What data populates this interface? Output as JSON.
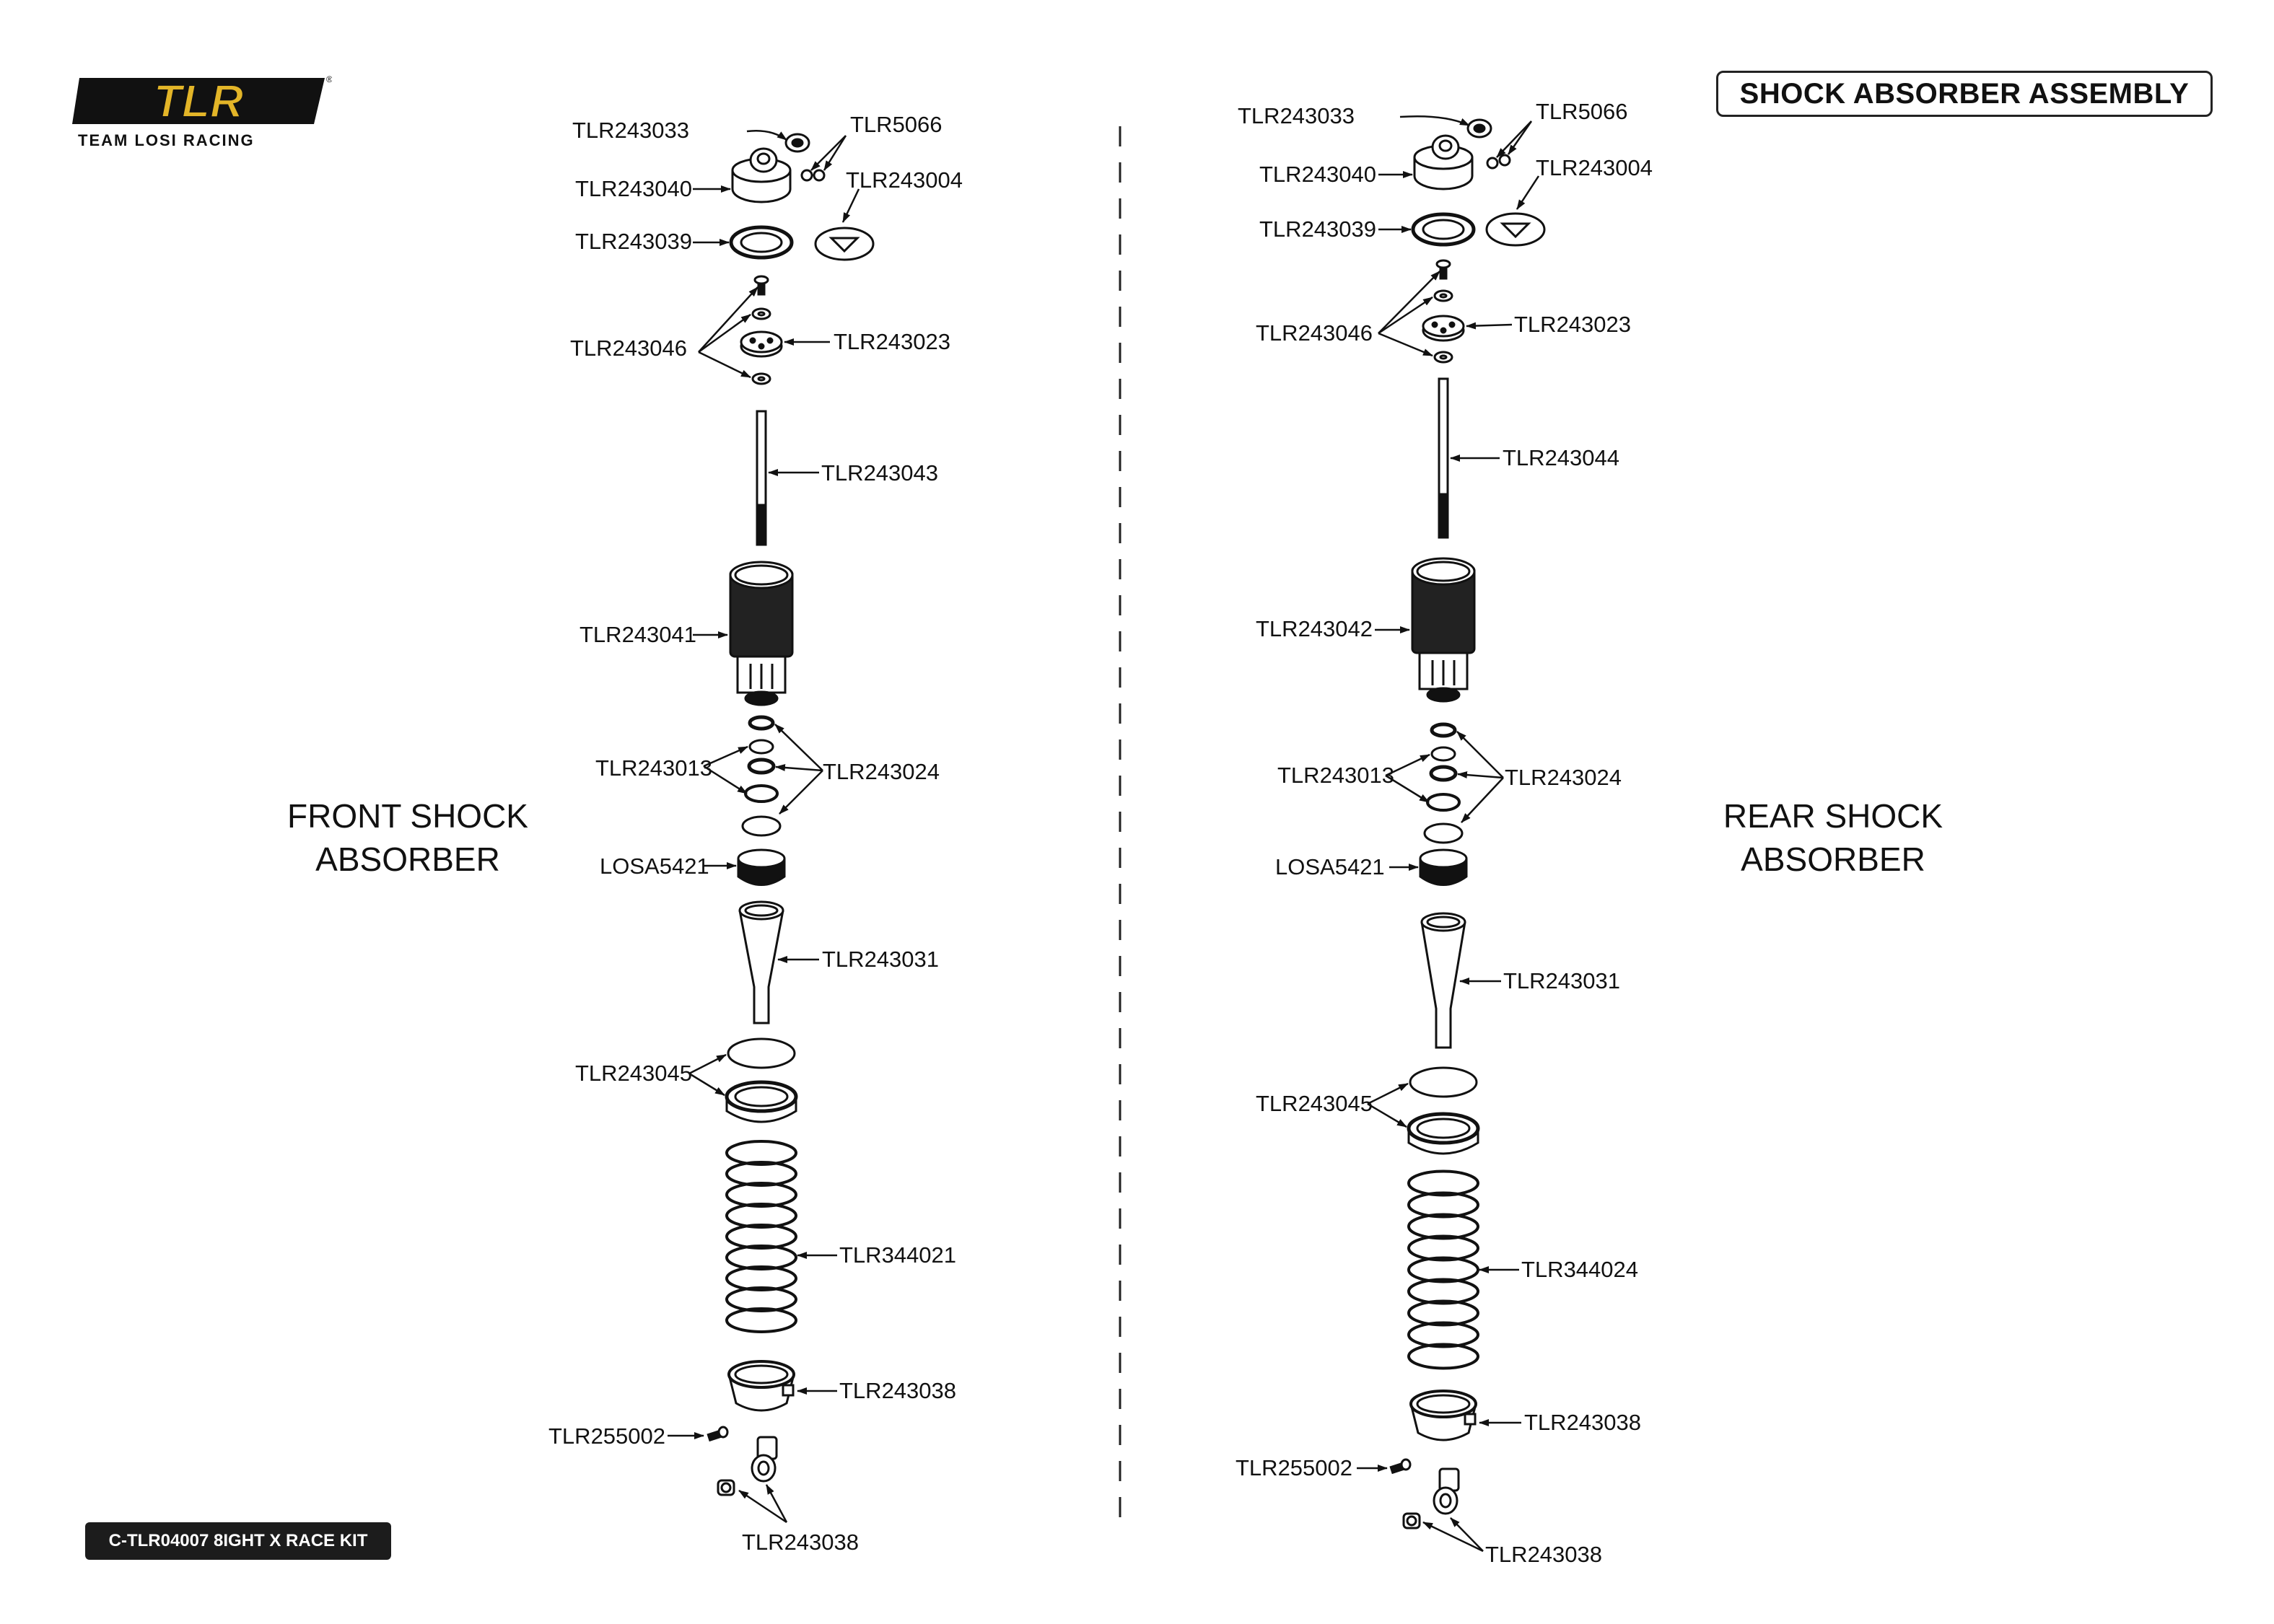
{
  "header": {
    "title": "SHOCK ABSORBER ASSEMBLY",
    "logo_text": "TLR",
    "logo_subtitle": "TEAM LOSI RACING",
    "registered_mark": "®"
  },
  "footer": {
    "kit_code": "C-TLR04007 8IGHT X RACE KIT"
  },
  "sections": {
    "front": {
      "line1": "FRONT SHOCK",
      "line2": "ABSORBER"
    },
    "rear": {
      "line1": "REAR SHOCK",
      "line2": "ABSORBER"
    }
  },
  "front_labels": {
    "cap_screw": "TLR243033",
    "oring_small": "TLR5066",
    "cap": "TLR243040",
    "bladder": "TLR243004",
    "cap_seal": "TLR243039",
    "piston_hw": "TLR243046",
    "piston": "TLR243023",
    "shaft": "TLR243043",
    "body": "TLR243041",
    "seal_a": "TLR243013",
    "seal_b": "TLR243024",
    "bottom_cap": "LOSA5421",
    "boot": "TLR243031",
    "collar": "TLR243045",
    "spring": "TLR344021",
    "cup": "TLR243038",
    "pin": "TLR255002",
    "rod_end": "TLR243038"
  },
  "rear_labels": {
    "cap_screw": "TLR243033",
    "oring_small": "TLR5066",
    "cap": "TLR243040",
    "bladder": "TLR243004",
    "cap_seal": "TLR243039",
    "piston_hw": "TLR243046",
    "piston": "TLR243023",
    "shaft": "TLR243044",
    "body": "TLR243042",
    "seal_a": "TLR243013",
    "seal_b": "TLR243024",
    "bottom_cap": "LOSA5421",
    "boot": "TLR243031",
    "collar": "TLR243045",
    "spring": "TLR344024",
    "cup": "TLR243038",
    "pin": "TLR255002",
    "rod_end": "TLR243038"
  },
  "colors": {
    "line": "#111111",
    "logo_gold": "#e3b528",
    "footer_bg": "#1c1c1c"
  }
}
